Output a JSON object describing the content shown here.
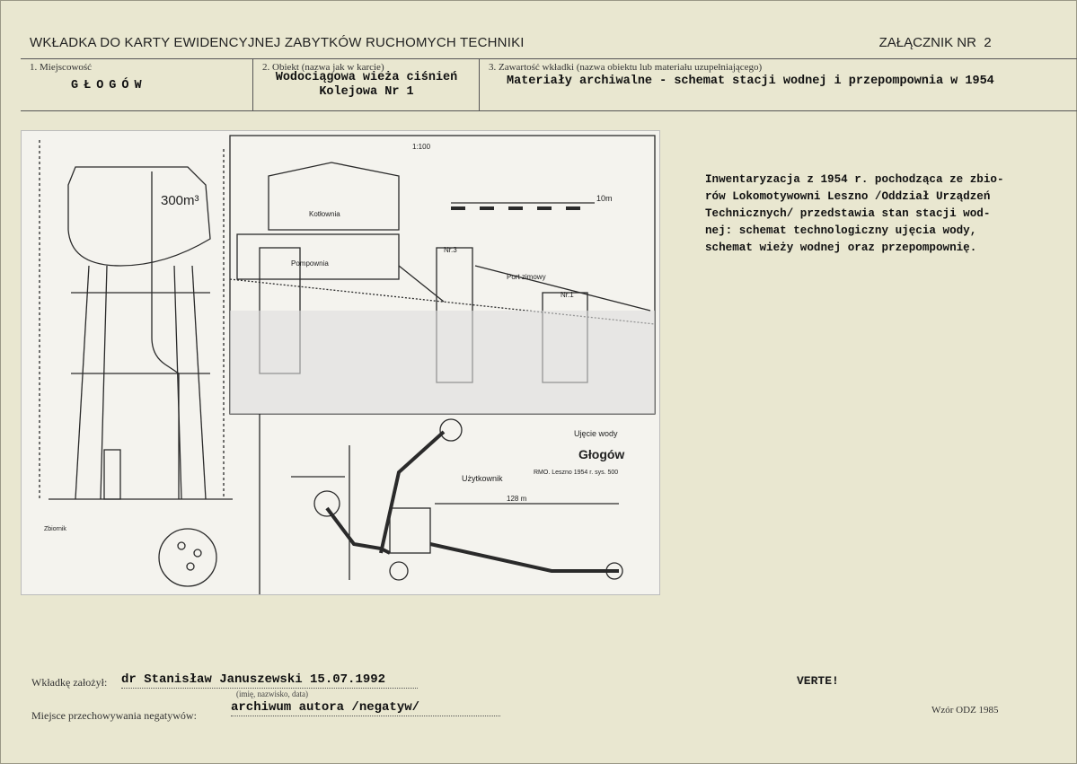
{
  "header": {
    "title": "WKŁADKA DO KARTY EWIDENCYJNEJ ZABYTKÓW RUCHOMYCH TECHNIKI",
    "attachment_label": "ZAŁĄCZNIK NR",
    "attachment_number": "2"
  },
  "fields": {
    "place": {
      "label": "1. Miejscowość",
      "value": "GŁOGÓW"
    },
    "object": {
      "label": "2. Obiekt (nazwa jak w karcie)",
      "value_line1": "Wodociągowa wieża ciśnień",
      "value_line2": "Kolejowa Nr 1"
    },
    "content": {
      "label": "3. Zawartość wkładki (nazwa obiektu lub materiału uzupełniającego)",
      "value": "Materiały archiwalne - schemat stacji wodnej i przepompownia w 1954"
    }
  },
  "description": [
    "Inwentaryzacja z 1954 r. pochodząca ze zbio-",
    "rów Lokomotywowni Leszno /Oddział Urządzeń",
    "Technicznych/ przedstawia stan stacji wod-",
    "nej: schemat technologiczny ujęcia wody,",
    "schemat wieży wodnej oraz przepompownię."
  ],
  "drawing": {
    "tank_volume": "300m³",
    "pump_house": "Pompownia",
    "boiler": "Kotłownia",
    "scale": "1:100",
    "scale_max": "10m",
    "winter_port": "Port zimowy",
    "water_intake": "Ujęcie wody",
    "city": "Głogów",
    "usage": "Użytkownik",
    "source": "RMO. Leszno 1954 r. sys. 500",
    "well": "Nr.1",
    "well2": "Nr.3",
    "cistern": "Zbiornik",
    "pipe_length": "128 m"
  },
  "footer": {
    "created_by_label": "Wkładkę założył:",
    "created_by_value": "dr Stanisław Januszewski 15.07.1992",
    "created_by_hint": "(imię, nazwisko, data)",
    "negative_label": "Miejsce przechowywania negatywów:",
    "negative_value": "archiwum autora /negatyw/",
    "verte": "VERTE!",
    "form": "Wzór ODZ 1985"
  }
}
